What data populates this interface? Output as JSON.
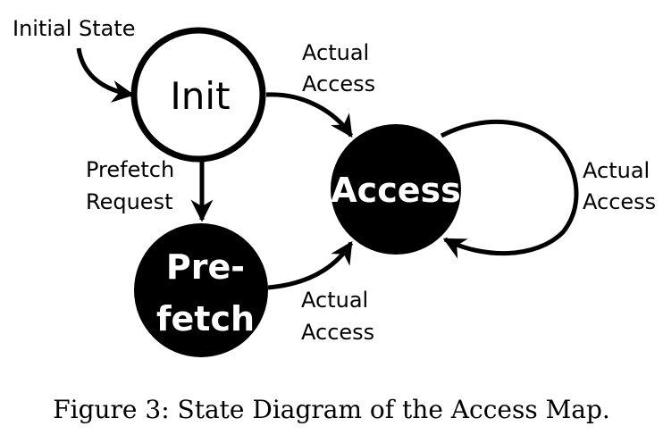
{
  "diagram": {
    "colors": {
      "ink": "#000000",
      "background": "#ffffff",
      "filled_text": "#ffffff"
    },
    "states": {
      "init": {
        "label": "Init",
        "style": "outlined"
      },
      "access": {
        "label": "Access",
        "style": "filled"
      },
      "prefetch": {
        "line1": "Pre-",
        "line2": "fetch",
        "style": "filled"
      }
    },
    "transitions": {
      "initial": {
        "label": "Initial State"
      },
      "init_to_access": {
        "line1": "Actual",
        "line2": "Access"
      },
      "init_to_prefetch": {
        "line1": "Prefetch",
        "line2": "Request"
      },
      "prefetch_to_access": {
        "line1": "Actual",
        "line2": "Access"
      },
      "access_self": {
        "line1": "Actual",
        "line2": "Access"
      }
    }
  },
  "caption": "Figure 3: State Diagram of the Access Map."
}
